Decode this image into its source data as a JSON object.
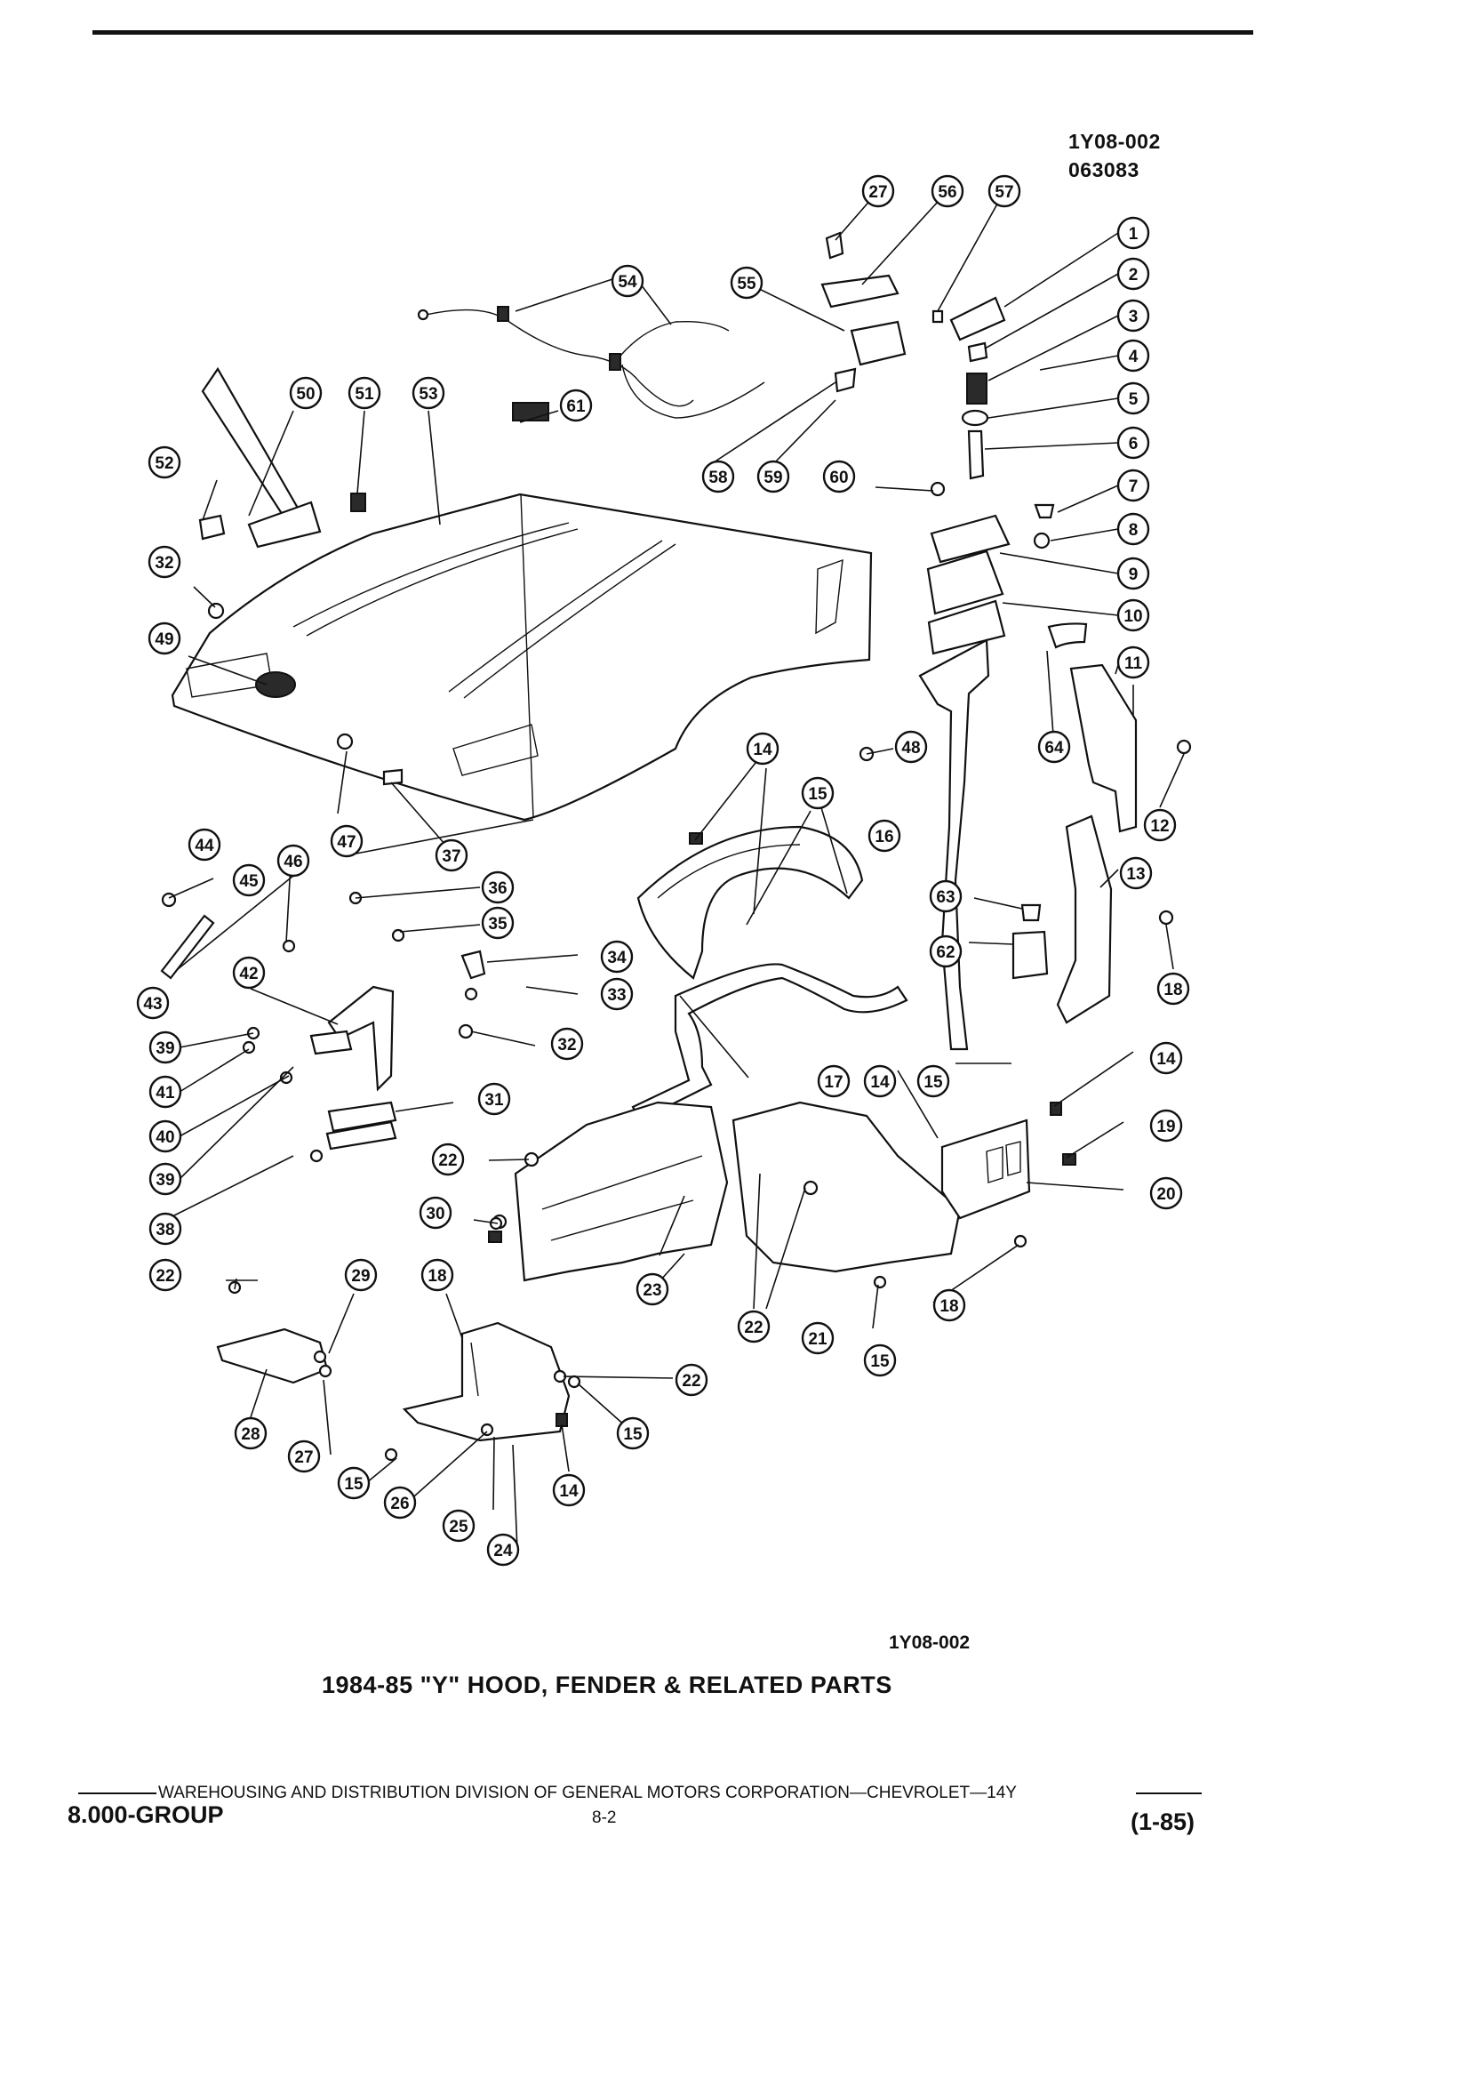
{
  "header": {
    "code_1": "1Y08-002",
    "code_2": "063083"
  },
  "callouts": [
    {
      "id": "c1",
      "label": "1"
    },
    {
      "id": "c2",
      "label": "2"
    },
    {
      "id": "c3",
      "label": "3"
    },
    {
      "id": "c4",
      "label": "4"
    },
    {
      "id": "c5",
      "label": "5"
    },
    {
      "id": "c6",
      "label": "6"
    },
    {
      "id": "c7",
      "label": "7"
    },
    {
      "id": "c8",
      "label": "8"
    },
    {
      "id": "c9",
      "label": "9"
    },
    {
      "id": "c10",
      "label": "10"
    },
    {
      "id": "c11",
      "label": "11"
    },
    {
      "id": "c12",
      "label": "12"
    },
    {
      "id": "c13",
      "label": "13"
    },
    {
      "id": "c14a",
      "label": "14"
    },
    {
      "id": "c14b",
      "label": "14"
    },
    {
      "id": "c14c",
      "label": "14"
    },
    {
      "id": "c14d",
      "label": "14"
    },
    {
      "id": "c15a",
      "label": "15"
    },
    {
      "id": "c15b",
      "label": "15"
    },
    {
      "id": "c15c",
      "label": "15"
    },
    {
      "id": "c15d",
      "label": "15"
    },
    {
      "id": "c15e",
      "label": "15"
    },
    {
      "id": "c16",
      "label": "16"
    },
    {
      "id": "c17",
      "label": "17"
    },
    {
      "id": "c18a",
      "label": "18"
    },
    {
      "id": "c18b",
      "label": "18"
    },
    {
      "id": "c18c",
      "label": "18"
    },
    {
      "id": "c19",
      "label": "19"
    },
    {
      "id": "c20",
      "label": "20"
    },
    {
      "id": "c21",
      "label": "21"
    },
    {
      "id": "c22a",
      "label": "22"
    },
    {
      "id": "c22b",
      "label": "22"
    },
    {
      "id": "c22c",
      "label": "22"
    },
    {
      "id": "c22d",
      "label": "22"
    },
    {
      "id": "c23",
      "label": "23"
    },
    {
      "id": "c24",
      "label": "24"
    },
    {
      "id": "c25",
      "label": "25"
    },
    {
      "id": "c26",
      "label": "26"
    },
    {
      "id": "c27a",
      "label": "27"
    },
    {
      "id": "c27b",
      "label": "27"
    },
    {
      "id": "c28",
      "label": "28"
    },
    {
      "id": "c29",
      "label": "29"
    },
    {
      "id": "c30",
      "label": "30"
    },
    {
      "id": "c31",
      "label": "31"
    },
    {
      "id": "c32a",
      "label": "32"
    },
    {
      "id": "c32b",
      "label": "32"
    },
    {
      "id": "c33",
      "label": "33"
    },
    {
      "id": "c34",
      "label": "34"
    },
    {
      "id": "c35",
      "label": "35"
    },
    {
      "id": "c36",
      "label": "36"
    },
    {
      "id": "c37",
      "label": "37"
    },
    {
      "id": "c38",
      "label": "38"
    },
    {
      "id": "c39a",
      "label": "39"
    },
    {
      "id": "c39b",
      "label": "39"
    },
    {
      "id": "c40",
      "label": "40"
    },
    {
      "id": "c41",
      "label": "41"
    },
    {
      "id": "c42",
      "label": "42"
    },
    {
      "id": "c43",
      "label": "43"
    },
    {
      "id": "c44",
      "label": "44"
    },
    {
      "id": "c45",
      "label": "45"
    },
    {
      "id": "c46",
      "label": "46"
    },
    {
      "id": "c47",
      "label": "47"
    },
    {
      "id": "c48",
      "label": "48"
    },
    {
      "id": "c49",
      "label": "49"
    },
    {
      "id": "c50",
      "label": "50"
    },
    {
      "id": "c51",
      "label": "51"
    },
    {
      "id": "c52",
      "label": "52"
    },
    {
      "id": "c53",
      "label": "53"
    },
    {
      "id": "c54",
      "label": "54"
    },
    {
      "id": "c55",
      "label": "55"
    },
    {
      "id": "c56",
      "label": "56"
    },
    {
      "id": "c57",
      "label": "57"
    },
    {
      "id": "c58",
      "label": "58"
    },
    {
      "id": "c59",
      "label": "59"
    },
    {
      "id": "c60",
      "label": "60"
    },
    {
      "id": "c61",
      "label": "61"
    },
    {
      "id": "c62",
      "label": "62"
    },
    {
      "id": "c63",
      "label": "63"
    },
    {
      "id": "c64",
      "label": "64"
    }
  ],
  "caption": {
    "ref": "1Y08-002",
    "title": "1984-85 \"Y\" HOOD, FENDER & RELATED PARTS"
  },
  "footer": {
    "division": "WAREHOUSING AND DISTRIBUTION  DIVISION OF GENERAL MOTORS CORPORATION—CHEVROLET—14Y",
    "group": "8.000-GROUP",
    "page": "8-2",
    "revision": "(1-85)"
  }
}
